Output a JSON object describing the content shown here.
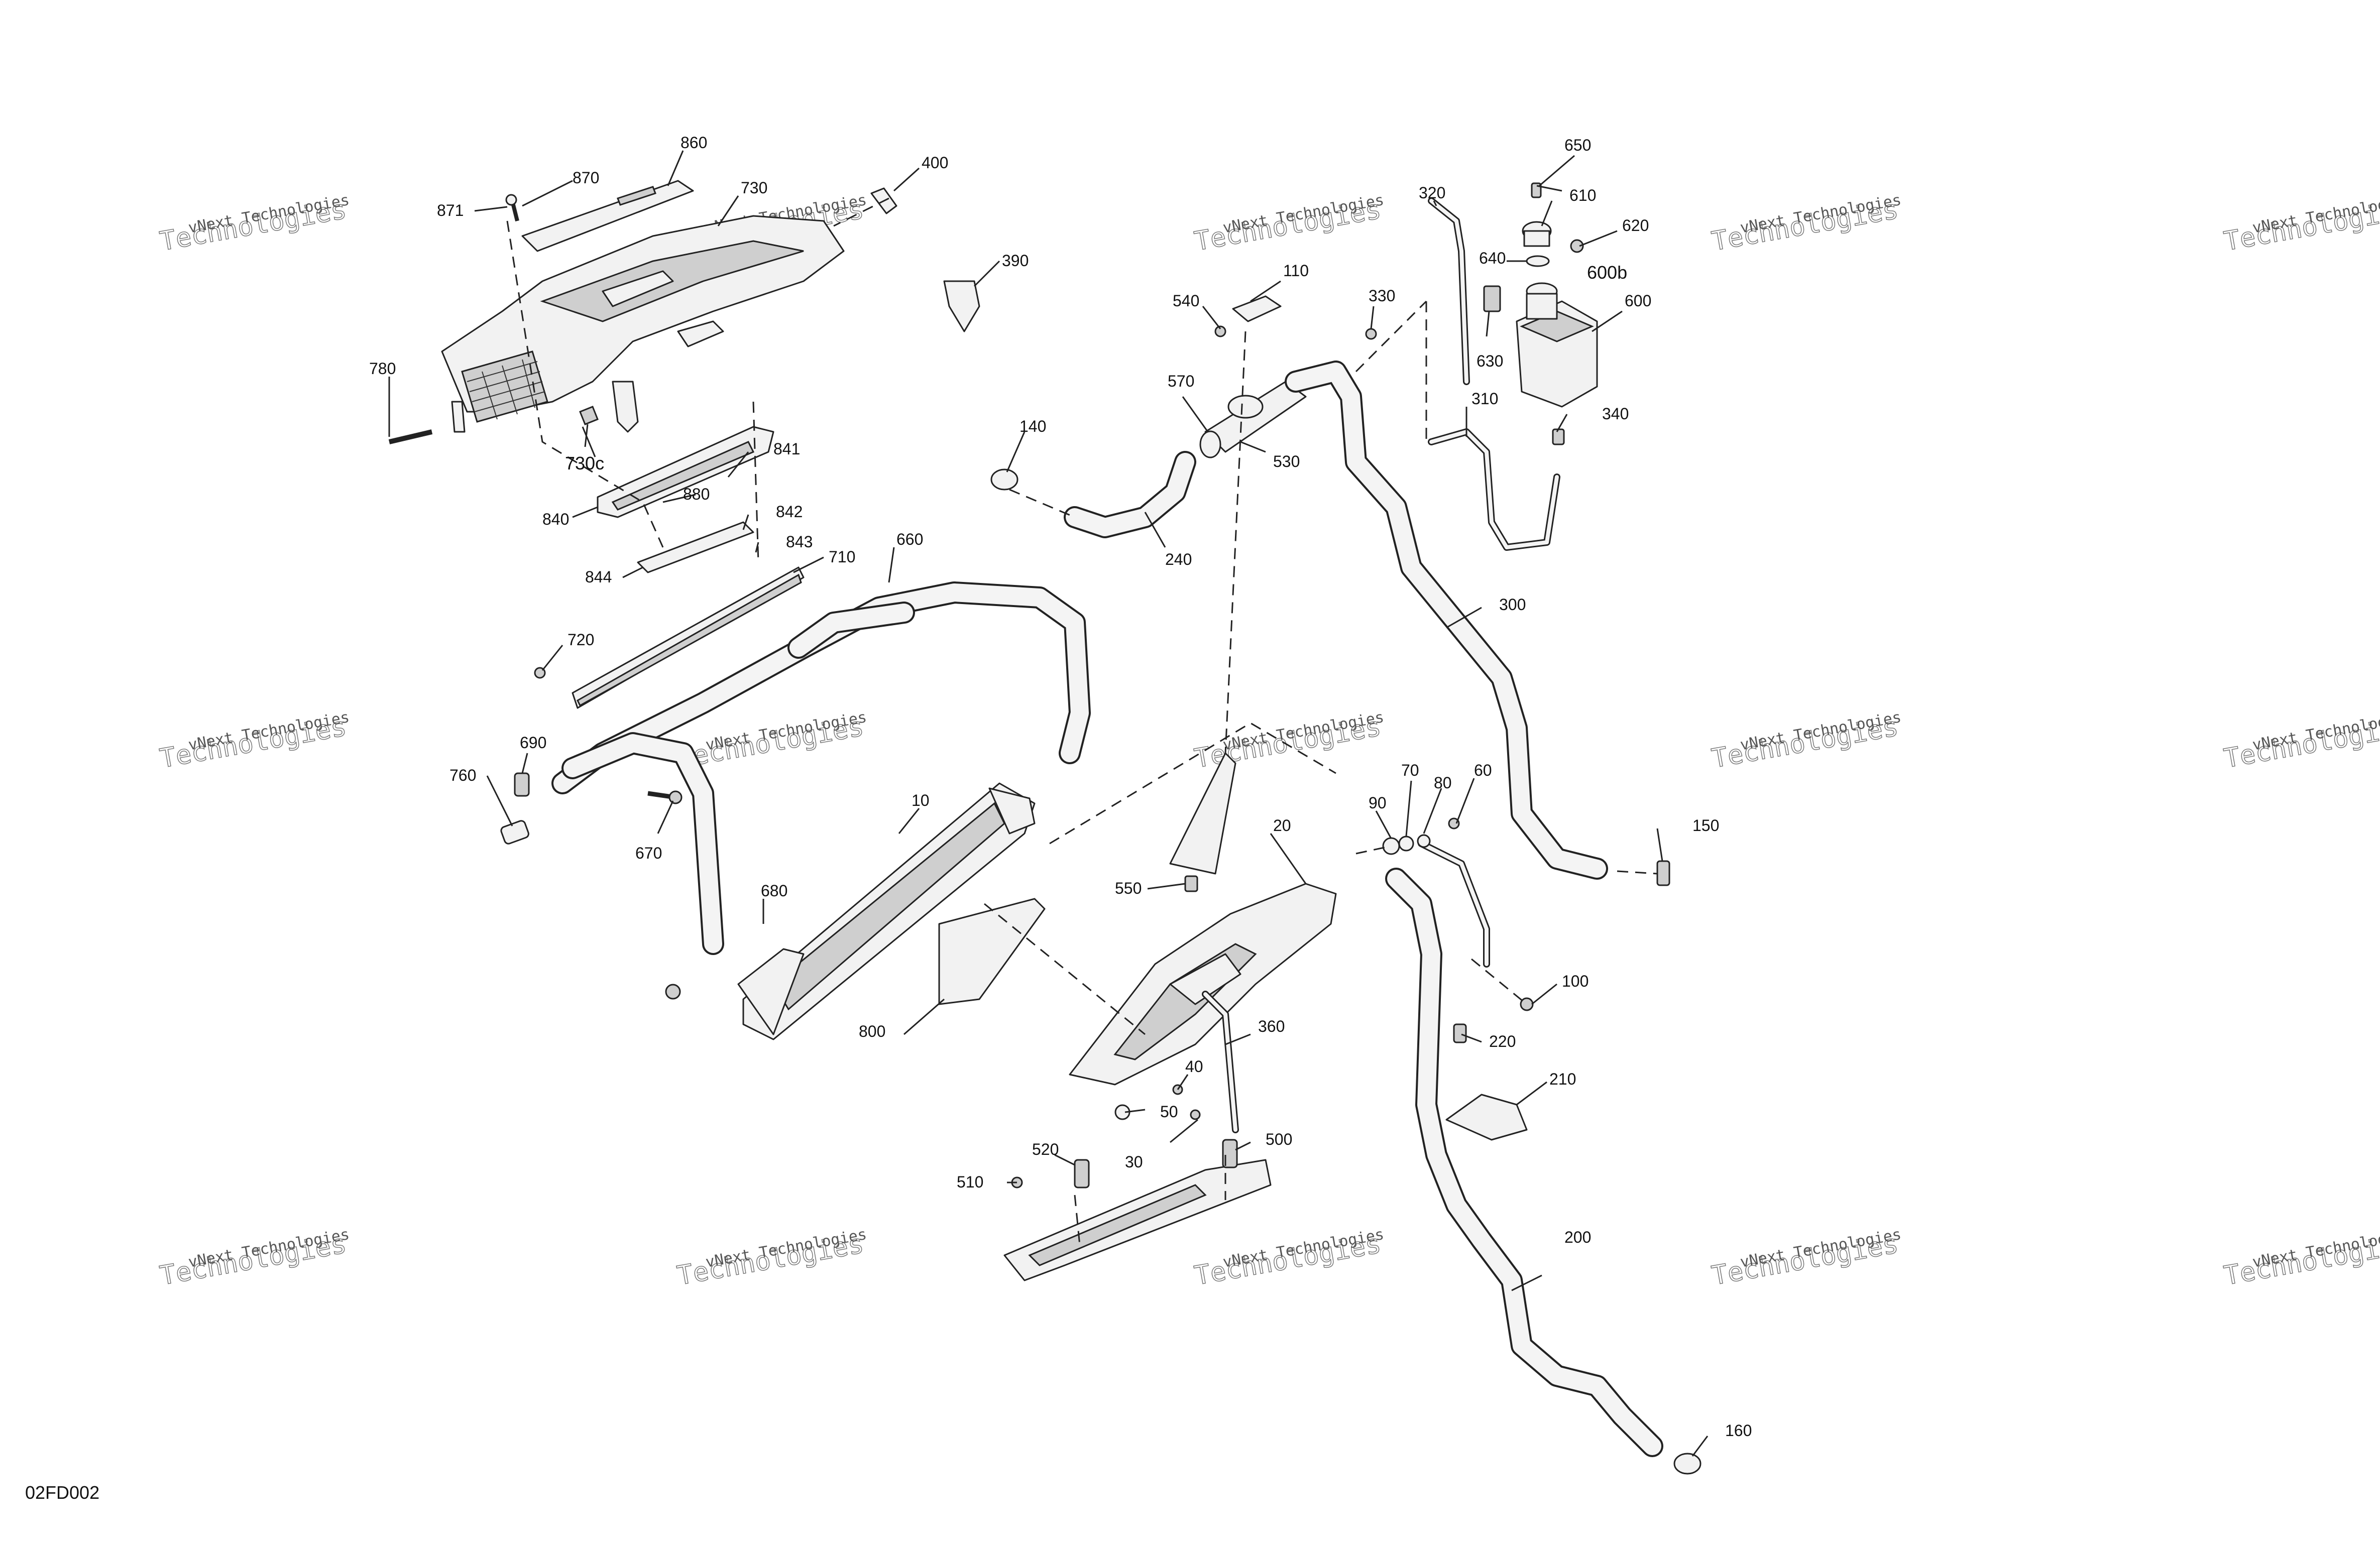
{
  "diagram_id": "02FD002",
  "watermark": {
    "line1": "vNext Technologies",
    "line2": "Technologies"
  },
  "callouts": {
    "c10": "10",
    "c20": "20",
    "c30": "30",
    "c40": "40",
    "c50": "50",
    "c60": "60",
    "c70": "70",
    "c80": "80",
    "c90": "90",
    "c100": "100",
    "c110": "110",
    "c140": "140",
    "c150": "150",
    "c160": "160",
    "c200": "200",
    "c210": "210",
    "c220": "220",
    "c240": "240",
    "c300": "300",
    "c310": "310",
    "c320": "320",
    "c330": "330",
    "c340": "340",
    "c360": "360",
    "c390": "390",
    "c400": "400",
    "c500": "500",
    "c510": "510",
    "c520": "520",
    "c530": "530",
    "c540": "540",
    "c550": "550",
    "c570": "570",
    "c600": "600",
    "c600b": "600b",
    "c610": "610",
    "c620": "620",
    "c630": "630",
    "c640": "640",
    "c650": "650",
    "c660": "660",
    "c670": "670",
    "c680": "680",
    "c690": "690",
    "c710": "710",
    "c720": "720",
    "c730": "730",
    "c730c": "730c",
    "c760": "760",
    "c780": "780",
    "c800": "800",
    "c840": "840",
    "c841": "841",
    "c842": "842",
    "c843": "843",
    "c844": "844",
    "c860": "860",
    "c870": "870",
    "c871": "871",
    "c880": "880"
  }
}
